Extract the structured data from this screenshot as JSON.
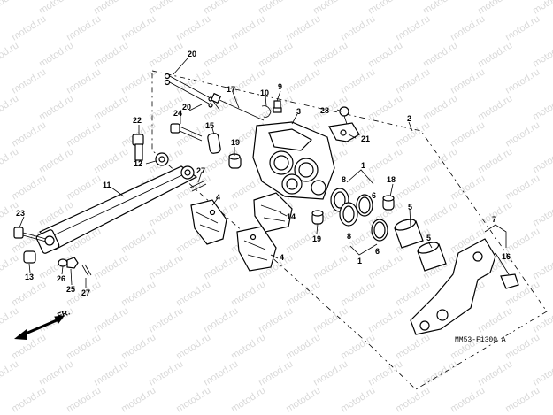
{
  "watermark": "motod.ru",
  "diagram_code": "MM53-F1300 A",
  "direction_label": "FR.",
  "callouts": {
    "c1a": "1",
    "c1b": "1",
    "c2": "2",
    "c3": "3",
    "c4a": "4",
    "c4b": "4",
    "c5a": "5",
    "c5b": "5",
    "c6a": "6",
    "c6b": "6",
    "c7": "7",
    "c8a": "8",
    "c8b": "8",
    "c9": "9",
    "c10": "10",
    "c11": "11",
    "c12": "12",
    "c13": "13",
    "c14": "14",
    "c15": "15",
    "c16": "16",
    "c17": "17",
    "c18": "18",
    "c19a": "19",
    "c19b": "19",
    "c20a": "20",
    "c20b": "20",
    "c21": "21",
    "c22": "22",
    "c23": "23",
    "c24": "24",
    "c25": "25",
    "c26": "26",
    "c27a": "27",
    "c27b": "27",
    "c28": "28"
  }
}
